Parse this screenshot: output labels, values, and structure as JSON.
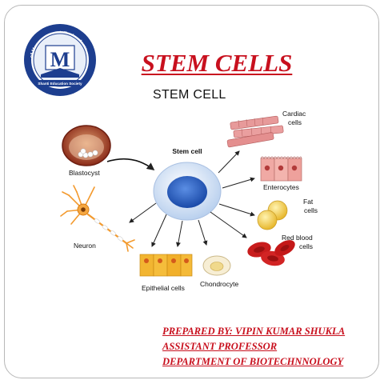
{
  "logo": {
    "arc_text_top": "of Management & Technology",
    "arc_text_left": "Shanti Education Society",
    "institute_initials": "M"
  },
  "slide": {
    "title": "STEM CELLS",
    "subtitle": "STEM CELL"
  },
  "diagram": {
    "center_label": "Stem cell",
    "labels": {
      "blastocyst": "Blastocyst",
      "cardiac": [
        "Cardiac",
        "cells"
      ],
      "enterocytes": "Enterocytes",
      "fat": [
        "Fat",
        "cells"
      ],
      "rbc": [
        "Red blood",
        "cells"
      ],
      "chondrocyte": "Chondrocyte",
      "epithelial": "Epithelial cells",
      "neuron": "Neuron"
    },
    "colors": {
      "stem_outer": "#dde9f8",
      "stem_nucleus": "#2b64c8",
      "cardiac": "#e79a9a",
      "enterocyte": "#f0a9a4",
      "fat": "#f2cf4e",
      "rbc": "#c81c1c",
      "epithelial": "#f2b531",
      "chondrocyte": "#f7eed4",
      "blastocyst": "#a83d24",
      "neuron": "#f39a2e"
    }
  },
  "credits": {
    "line1": "PREPARED BY: VIPIN KUMAR SHUKLA",
    "line2": "ASSISTANT PROFESSOR",
    "line3": "DEPARTMENT OF BIOTECHNNOLOGY"
  }
}
